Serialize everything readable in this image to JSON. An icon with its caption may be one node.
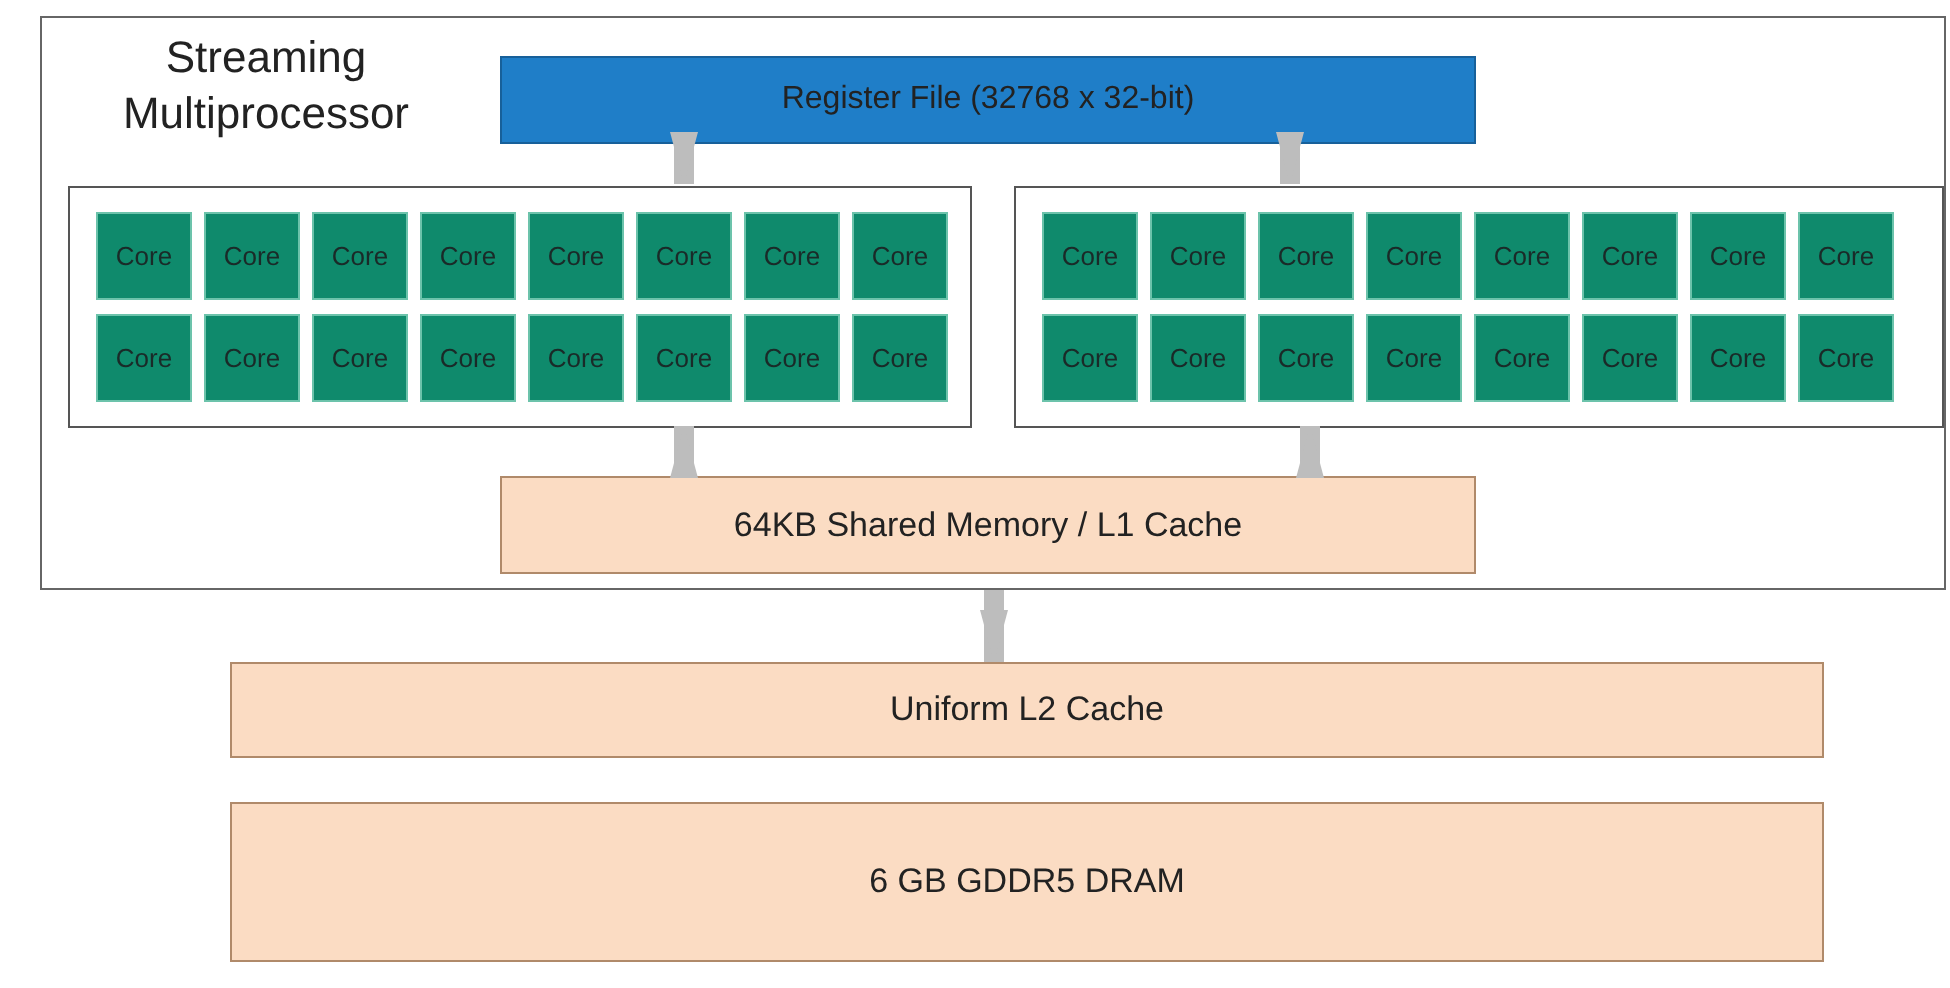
{
  "diagram": {
    "nodes": [
      {
        "text": [
          "Streaming Multiprocessor"
        ]
      },
      {
        "text": [
          "Register File (32768 x 32-bit)"
        ],
        "in": 0
      },
      {
        "text": [],
        "shape": "box",
        "in": 0
      },
      {
        "text": [
          "Core"
        ],
        "in": 2
      },
      {
        "text": [
          "Core"
        ],
        "in": 2
      },
      {
        "text": [
          "Core"
        ],
        "in": 2
      },
      {
        "text": [
          "Core"
        ],
        "in": 2
      },
      {
        "text": [
          "Core"
        ],
        "in": 2
      },
      {
        "text": [
          "Core"
        ],
        "in": 2
      },
      {
        "text": [
          "Core"
        ],
        "in": 2
      },
      {
        "text": [
          "Core"
        ],
        "in": 2
      },
      {
        "text": [
          "Core"
        ],
        "in": 2
      },
      {
        "text": [
          "Core"
        ],
        "in": 2
      },
      {
        "text": [
          "Core"
        ],
        "in": 2
      },
      {
        "text": [
          "Core"
        ],
        "in": 2
      },
      {
        "text": [
          "Core"
        ],
        "in": 2
      },
      {
        "text": [
          "Core"
        ],
        "in": 2
      },
      {
        "text": [
          "Core"
        ],
        "in": 2
      },
      {
        "text": [
          "Core"
        ],
        "in": 2
      },
      {
        "text": [],
        "shape": "box",
        "in": 0
      },
      {
        "text": [
          "Core"
        ],
        "in": 19
      },
      {
        "text": [
          "Core"
        ],
        "in": 19
      },
      {
        "text": [
          "Core"
        ],
        "in": 19
      },
      {
        "text": [
          "Core"
        ],
        "in": 19
      },
      {
        "text": [
          "Core"
        ],
        "in": 19
      },
      {
        "text": [
          "Core"
        ],
        "in": 19
      },
      {
        "text": [
          "Core"
        ],
        "in": 19
      },
      {
        "text": [
          "Core"
        ],
        "in": 19
      },
      {
        "text": [
          "Core"
        ],
        "in": 19
      },
      {
        "text": [
          "Core"
        ],
        "in": 19
      },
      {
        "text": [
          "Core"
        ],
        "in": 19
      },
      {
        "text": [
          "Core"
        ],
        "in": 19
      },
      {
        "text": [
          "Core"
        ],
        "in": 19
      },
      {
        "text": [
          "Core"
        ],
        "in": 19
      },
      {
        "text": [
          "Core"
        ],
        "in": 19
      },
      {
        "text": [
          "Core"
        ],
        "in": 19
      },
      {
        "text": [
          "64KB Shared Memory / L1 Cache"
        ],
        "in": 0
      },
      {
        "text": [
          "Uniform L2 Cache"
        ]
      },
      {
        "text": [
          "6 GB GDDR5 DRAM"
        ]
      }
    ],
    "edges": [
      {
        "from": 1,
        "to": 2,
        "arrow": "to"
      },
      {
        "from": 1,
        "to": 19,
        "arrow": "to"
      },
      {
        "from": 36,
        "to": 2,
        "arrow": "to"
      },
      {
        "from": 36,
        "to": 19,
        "arrow": "to"
      },
      {
        "from": 0,
        "to": 37,
        "arrow": "to"
      }
    ]
  }
}
